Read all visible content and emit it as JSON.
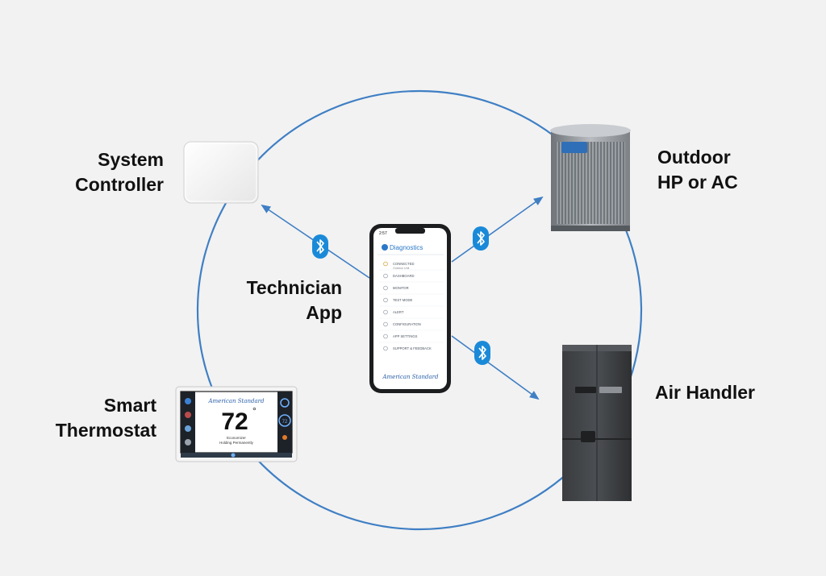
{
  "labels": {
    "system_controller": [
      "System",
      "Controller"
    ],
    "outdoor_unit": [
      "Outdoor",
      "HP or AC"
    ],
    "technician_app": [
      "Technician",
      "App"
    ],
    "air_handler": [
      "Air Handler"
    ],
    "smart_thermostat": [
      "Smart",
      "Thermostat"
    ]
  },
  "phone_app": {
    "time": "2:57",
    "app_title": "Diagnostics",
    "menu": [
      "CONNECTED",
      "DASHBOARD",
      "MONITOR",
      "TEST MODE",
      "ALERT",
      "CONFIGURATION",
      "APP SETTINGS",
      "SUPPORT & FEEDBACK"
    ],
    "connected_sub": "Outdoor Unit",
    "brand": "American Standard"
  },
  "thermostat": {
    "temperature": "72",
    "degree": "°",
    "brand": "American Standard",
    "status_line1": "Economizer",
    "status_line2": "Holding Permanently",
    "right_setpoint": "72"
  },
  "icons": {
    "bluetooth": "bluetooth-icon"
  },
  "colors": {
    "ring": "#3f7fc4",
    "arrow": "#3f7fc4",
    "bluetooth_badge": "#1a8ad8",
    "text": "#111111",
    "background": "#f2f2f2"
  }
}
